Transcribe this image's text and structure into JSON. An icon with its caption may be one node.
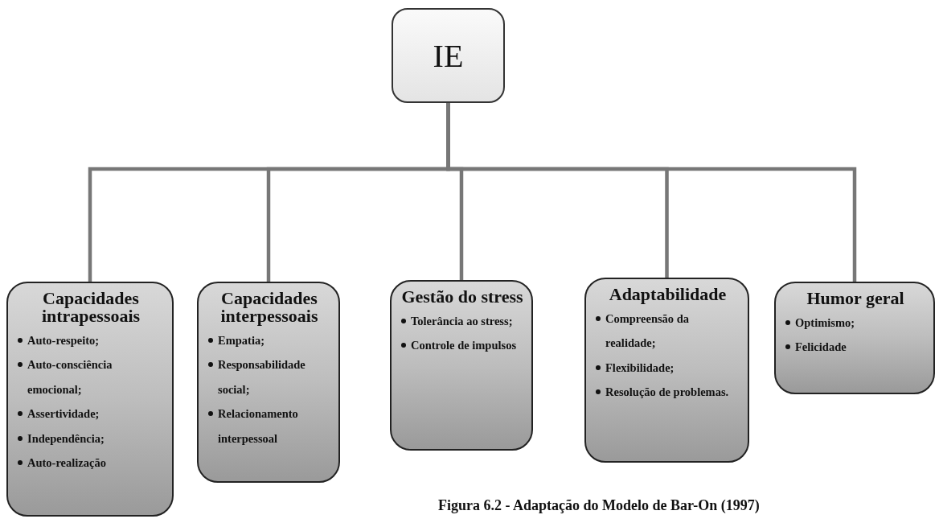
{
  "diagram": {
    "caption": "Figura 6.2 - Adaptação do Modelo de Bar-On (1997)",
    "nodes": [
      {
        "text": [
          "IE"
        ]
      },
      {
        "text": [
          "Capacidades intrapessoais",
          "Auto-respeito;",
          "Auto-consciência emocional;",
          "Assertividade;",
          "Independência;",
          "Auto-realização"
        ]
      },
      {
        "text": [
          "Capacidades interpessoais",
          "Empatia;",
          "Responsabilidade social;",
          "Relacionamento interpessoal"
        ]
      },
      {
        "text": [
          "Gestão do stress",
          "Tolerância ao stress;",
          "Controle de impulsos"
        ]
      },
      {
        "text": [
          "Adaptabilidade",
          "Compreensão da realidade;",
          "Flexibilidade;",
          "Resolução de problemas."
        ]
      },
      {
        "text": [
          "Humor geral",
          "Optimismo;",
          "Felicidade"
        ]
      }
    ],
    "edges": [
      {
        "from": 0,
        "to": 1,
        "arrow": "none"
      },
      {
        "from": 0,
        "to": 2,
        "arrow": "none"
      },
      {
        "from": 0,
        "to": 3,
        "arrow": "none"
      },
      {
        "from": 0,
        "to": 4,
        "arrow": "none"
      },
      {
        "from": 0,
        "to": 5,
        "arrow": "none"
      }
    ]
  }
}
